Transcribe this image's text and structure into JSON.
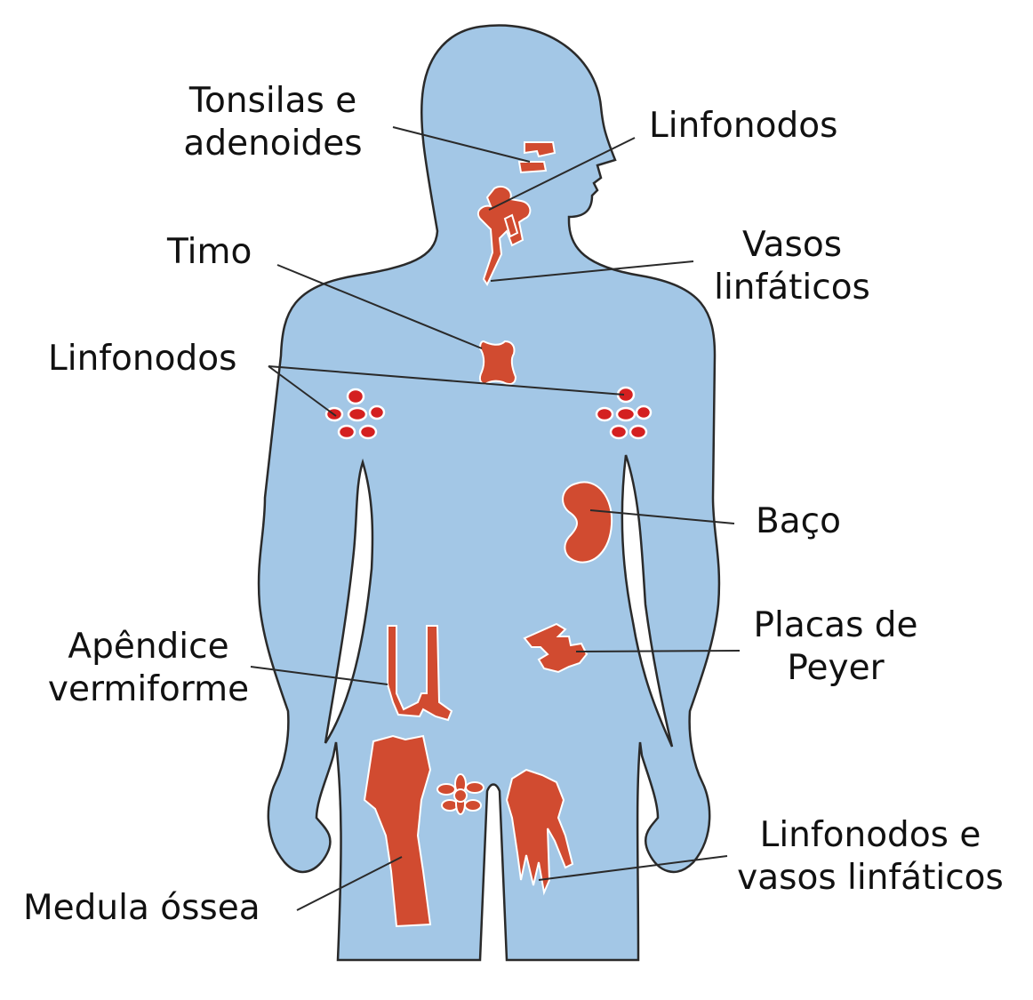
{
  "colors": {
    "body_fill": "#a3c7e6",
    "outline": "#2a2a2a",
    "organ": "#d14b30",
    "node": "#d42020",
    "background": "#ffffff"
  },
  "labels": {
    "tonsils": {
      "line1": "Tonsilas e",
      "line2": "adenoides"
    },
    "neck_nodes": "Linfonodos",
    "thymus": "Timo",
    "vessels": {
      "line1": "Vasos",
      "line2": "linfáticos"
    },
    "axillary_nodes": "Linfonodos",
    "spleen": "Baço",
    "peyer": {
      "line1": "Placas de",
      "line2": "Peyer"
    },
    "appendix": {
      "line1": "Apêndice",
      "line2": "vermiforme"
    },
    "nodes_vessels": {
      "line1": "Linfonodos e",
      "line2": "vasos linfáticos"
    },
    "marrow": "Medula óssea"
  }
}
